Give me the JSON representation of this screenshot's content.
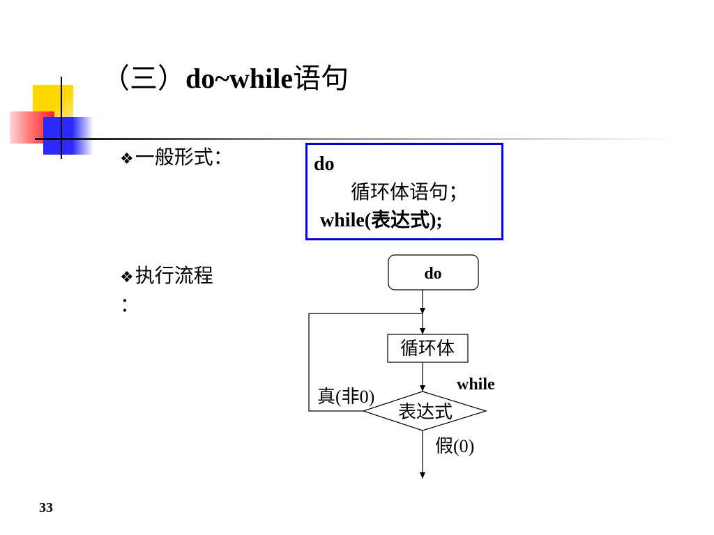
{
  "slide": {
    "title": {
      "prefix": "（三）",
      "keyword": "do~while",
      "suffix": "语句"
    },
    "bullet_glyph": "❖",
    "bullets": [
      {
        "text": "一般形式："
      },
      {
        "text": "执行流程",
        "wrapped_text": "："
      }
    ],
    "syntax_box": {
      "lines": [
        "do",
        "循环体语句；",
        "while(表达式);"
      ]
    },
    "flowchart": {
      "start_label": "do",
      "body_label": "循环体",
      "condition_label": "表达式",
      "condition_keyword": "while",
      "true_branch_label": "真(非0)",
      "false_branch_label": "假(0)"
    },
    "page_number": "33"
  },
  "icons": {
    "bullet": "four-diamond-bullet-icon",
    "corner_logo": "colored-squares-logo"
  },
  "colors": {
    "background": "#ffffff",
    "text": "#000000",
    "syntax_box_border": "#0000ff",
    "flowchart_stroke": "#000000",
    "logo_yellow": "#ffd800",
    "logo_red": "#ff1f1f",
    "logo_blue": "#2a2aff"
  }
}
